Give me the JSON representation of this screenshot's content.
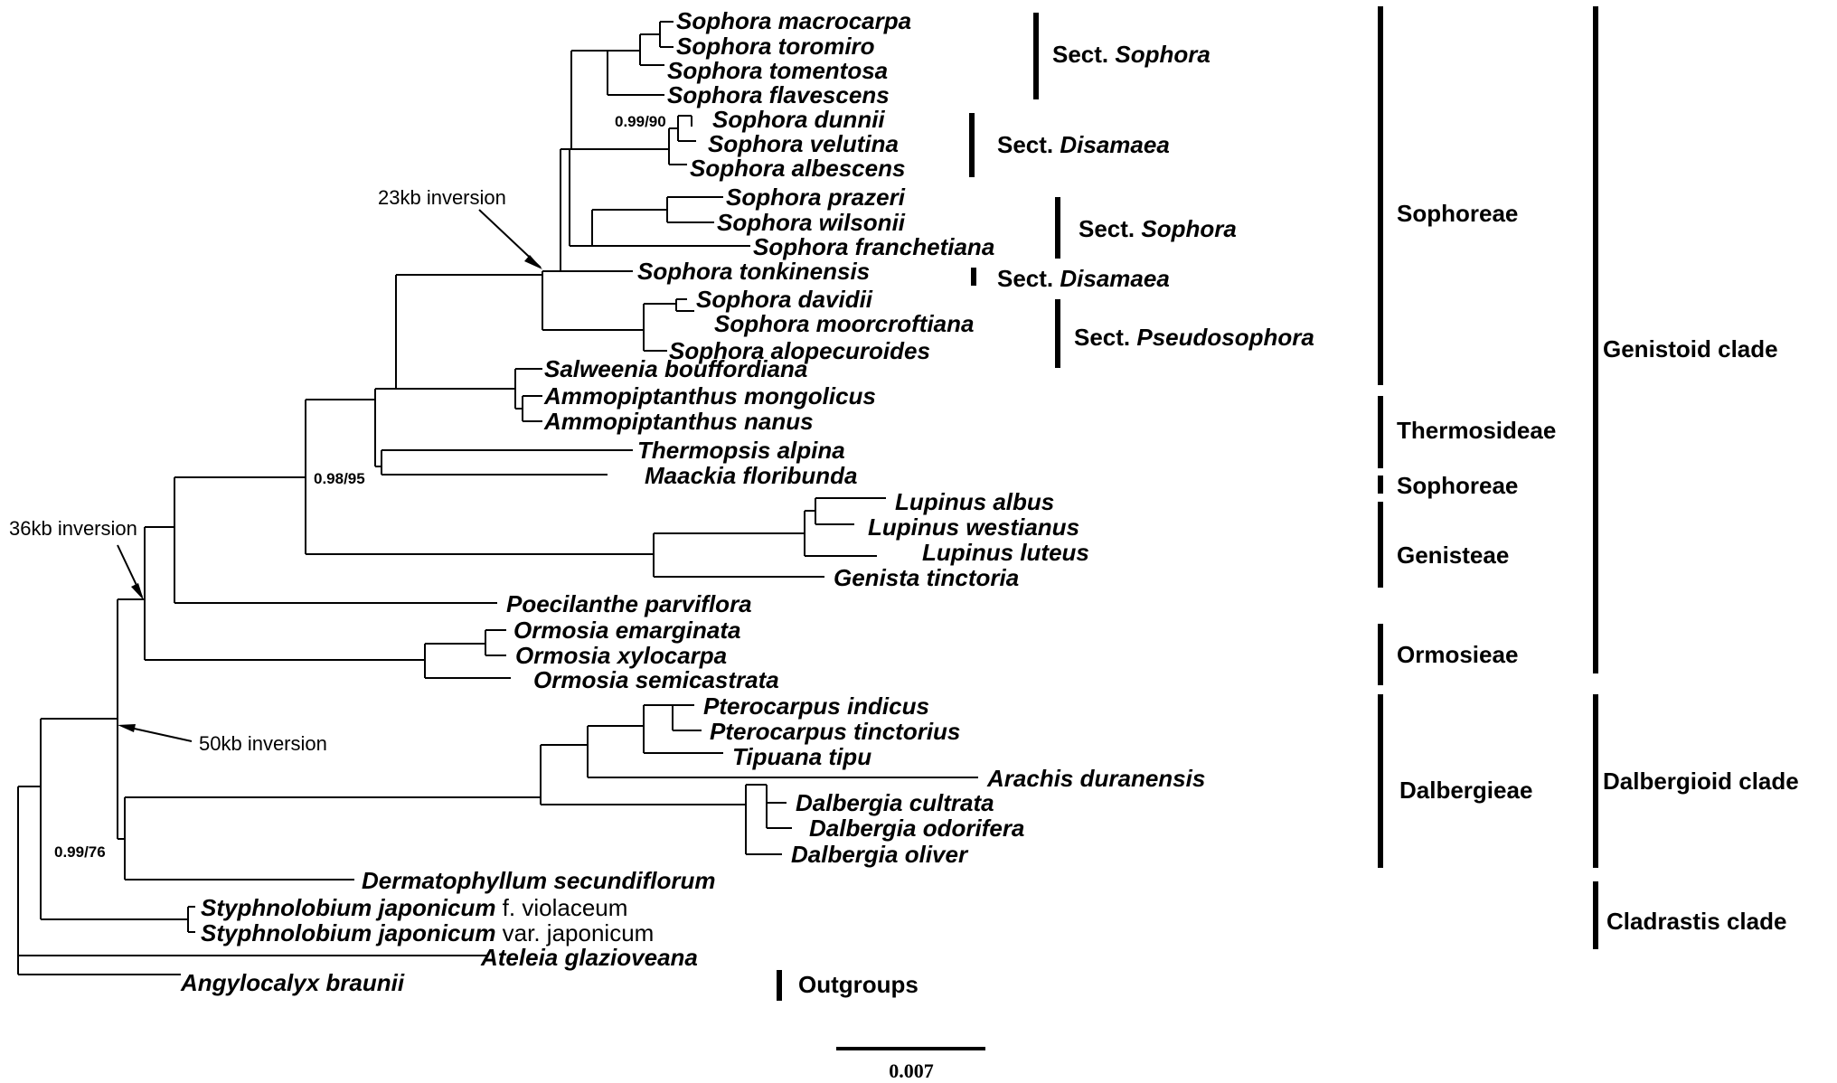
{
  "taxa": [
    {
      "id": "t1",
      "name": "Sophora macrocarpa"
    },
    {
      "id": "t2",
      "name": "Sophora toromiro"
    },
    {
      "id": "t3",
      "name": "Sophora tomentosa"
    },
    {
      "id": "t4",
      "name": "Sophora flavescens"
    },
    {
      "id": "t5",
      "name": "Sophora dunnii"
    },
    {
      "id": "t6",
      "name": "Sophora velutina"
    },
    {
      "id": "t7",
      "name": "Sophora albescens"
    },
    {
      "id": "t8",
      "name": "Sophora prazeri"
    },
    {
      "id": "t9",
      "name": "Sophora wilsonii"
    },
    {
      "id": "t10",
      "name": "Sophora franchetiana"
    },
    {
      "id": "t11",
      "name": "Sophora tonkinensis"
    },
    {
      "id": "t12",
      "name": "Sophora davidii"
    },
    {
      "id": "t13",
      "name": "Sophora moorcroftiana"
    },
    {
      "id": "t14",
      "name": "Sophora alopecuroides"
    },
    {
      "id": "t15",
      "name": "Salweenia bouffordiana"
    },
    {
      "id": "t16",
      "name": "Ammopiptanthus mongolicus"
    },
    {
      "id": "t17",
      "name": "Ammopiptanthus nanus"
    },
    {
      "id": "t18",
      "name": "Thermopsis alpina"
    },
    {
      "id": "t19",
      "name": "Maackia floribunda"
    },
    {
      "id": "t20",
      "name": "Lupinus albus"
    },
    {
      "id": "t21",
      "name": "Lupinus westianus"
    },
    {
      "id": "t22",
      "name": "Lupinus luteus"
    },
    {
      "id": "t23",
      "name": "Genista tinctoria"
    },
    {
      "id": "t24",
      "name": "Poecilanthe parviflora"
    },
    {
      "id": "t25",
      "name": "Ormosia emarginata"
    },
    {
      "id": "t26",
      "name": "Ormosia xylocarpa"
    },
    {
      "id": "t27",
      "name": "Ormosia semicastrata"
    },
    {
      "id": "t28",
      "name": "Pterocarpus indicus"
    },
    {
      "id": "t29",
      "name": "Pterocarpus tinctorius"
    },
    {
      "id": "t30",
      "name": "Tipuana tipu"
    },
    {
      "id": "t31",
      "name": "Arachis duranensis"
    },
    {
      "id": "t32",
      "name": "Dalbergia cultrata"
    },
    {
      "id": "t33",
      "name": "Dalbergia odorifera"
    },
    {
      "id": "t34",
      "name": "Dalbergia oliver"
    },
    {
      "id": "t35",
      "name": "Dermatophyllum secundiflorum"
    },
    {
      "id": "t36",
      "name": "Styphnolobium japonicum",
      "suffix": "f. violaceum"
    },
    {
      "id": "t37",
      "name": "Styphnolobium japonicum",
      "suffix": "var. japonicum"
    },
    {
      "id": "t38",
      "name": "Ateleia glazioveana"
    },
    {
      "id": "t39",
      "name": "Angylocalyx braunii"
    }
  ],
  "sections": [
    {
      "prefix": "Sect. ",
      "name": "Sophora"
    },
    {
      "prefix": "Sect. ",
      "name": "Disamaea"
    },
    {
      "prefix": "Sect. ",
      "name": "Sophora"
    },
    {
      "prefix": "Sect. ",
      "name": "Disamaea"
    },
    {
      "prefix": "Sect. ",
      "name": "Pseudosophora"
    }
  ],
  "tribes": [
    "Sophoreae",
    "Thermosideae",
    "Sophoreae",
    "Genisteae",
    "Ormosieae",
    "Dalbergieae"
  ],
  "clades": [
    "Genistoid clade",
    "Dalbergioid clade",
    "Cladrastis clade"
  ],
  "outgroups_label": "Outgroups",
  "inversions": {
    "i23": "23kb inversion",
    "i36": "36kb inversion",
    "i50": "50kb inversion"
  },
  "support": {
    "s1": "0.99/90",
    "s2": "0.98/95",
    "s3": "0.99/76"
  },
  "scale_bar": "0.007"
}
